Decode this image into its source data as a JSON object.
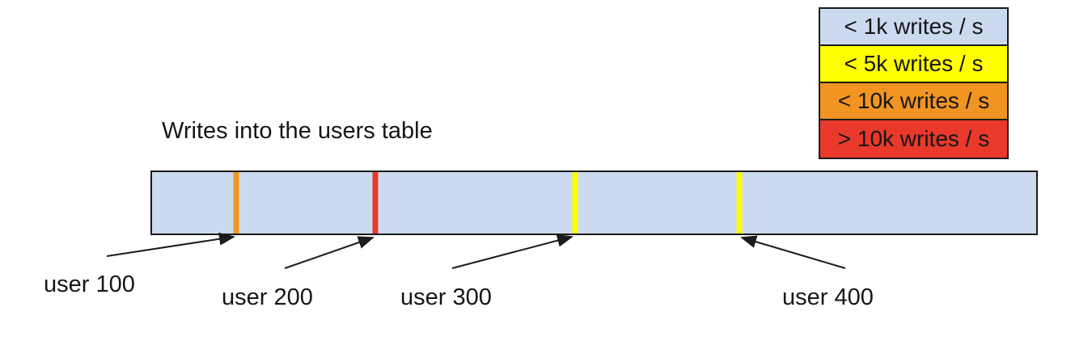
{
  "title": "Writes into the users table",
  "legend": {
    "items": [
      {
        "label": "< 1k writes / s",
        "color": "#ccdaf0"
      },
      {
        "label": "< 5k writes / s",
        "color": "#ffff00"
      },
      {
        "label": "< 10k writes / s",
        "color": "#f29421"
      },
      {
        "label": "> 10k writes / s",
        "color": "#e8392b"
      }
    ]
  },
  "bar": {
    "fill": "#ccdaf0",
    "markers": [
      {
        "user": "user 100",
        "color": "#f29421",
        "position_pct": 9.56
      },
      {
        "user": "user 200",
        "color": "#e8392b",
        "position_pct": 25.21
      },
      {
        "user": "user 300",
        "color": "#ffff00",
        "position_pct": 47.81
      },
      {
        "user": "user 400",
        "color": "#ffff00",
        "position_pct": 66.38
      }
    ]
  }
}
